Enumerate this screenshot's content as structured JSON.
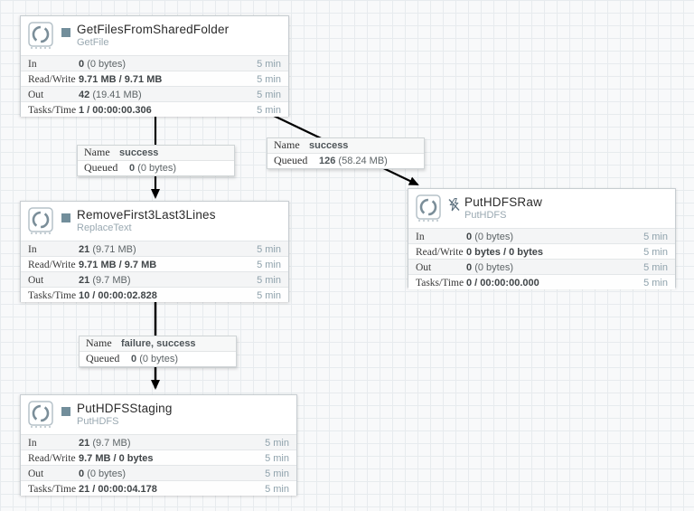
{
  "colors": {
    "accent_slate": "#728e9b",
    "canvas_bg": "#f8f9fa",
    "grid_line": "#e7ebee",
    "arrow": "#000000",
    "alt_row": "#f4f5f6"
  },
  "icons": {
    "processor": "sync-stamp-icon",
    "stopped": "stop-square-icon",
    "disabled": "slashed-bolt-icon"
  },
  "processors": [
    {
      "name": "GetFilesFromSharedFolder",
      "type": "GetFile",
      "status": "stopped",
      "stats": [
        {
          "label": "In",
          "main": "0",
          "extra": "(0 bytes)",
          "window": "5 min"
        },
        {
          "label": "Read/Write",
          "main": "9.71 MB / 9.71 MB",
          "extra": "",
          "window": "5 min"
        },
        {
          "label": "Out",
          "main": "42",
          "extra": "(19.41 MB)",
          "window": "5 min"
        },
        {
          "label": "Tasks/Time",
          "main": "1 / 00:00:00.306",
          "extra": "",
          "window": "5 min"
        }
      ]
    },
    {
      "name": "RemoveFirst3Last3Lines",
      "type": "ReplaceText",
      "status": "stopped",
      "stats": [
        {
          "label": "In",
          "main": "21",
          "extra": "(9.71 MB)",
          "window": "5 min"
        },
        {
          "label": "Read/Write",
          "main": "9.71 MB / 9.7 MB",
          "extra": "",
          "window": "5 min"
        },
        {
          "label": "Out",
          "main": "21",
          "extra": "(9.7 MB)",
          "window": "5 min"
        },
        {
          "label": "Tasks/Time",
          "main": "10 / 00:00:02.828",
          "extra": "",
          "window": "5 min"
        }
      ]
    },
    {
      "name": "PutHDFSRaw",
      "type": "PutHDFS",
      "status": "disabled",
      "stats": [
        {
          "label": "In",
          "main": "0",
          "extra": "(0 bytes)",
          "window": "5 min"
        },
        {
          "label": "Read/Write",
          "main": "0 bytes / 0 bytes",
          "extra": "",
          "window": "5 min"
        },
        {
          "label": "Out",
          "main": "0",
          "extra": "(0 bytes)",
          "window": "5 min"
        },
        {
          "label": "Tasks/Time",
          "main": "0 / 00:00:00.000",
          "extra": "",
          "window": "5 min"
        }
      ]
    },
    {
      "name": "PutHDFSStaging",
      "type": "PutHDFS",
      "status": "stopped",
      "stats": [
        {
          "label": "In",
          "main": "21",
          "extra": "(9.7 MB)",
          "window": "5 min"
        },
        {
          "label": "Read/Write",
          "main": "9.7 MB / 0 bytes",
          "extra": "",
          "window": "5 min"
        },
        {
          "label": "Out",
          "main": "0",
          "extra": "(0 bytes)",
          "window": "5 min"
        },
        {
          "label": "Tasks/Time",
          "main": "21 / 00:00:04.178",
          "extra": "",
          "window": "5 min"
        }
      ]
    }
  ],
  "connections": [
    {
      "name_label": "Name",
      "name_value": "success",
      "queued_label": "Queued",
      "queued_main": "0",
      "queued_extra": "(0 bytes)"
    },
    {
      "name_label": "Name",
      "name_value": "success",
      "queued_label": "Queued",
      "queued_main": "126",
      "queued_extra": "(58.24 MB)"
    },
    {
      "name_label": "Name",
      "name_value": "failure, success",
      "queued_label": "Queued",
      "queued_main": "0",
      "queued_extra": "(0 bytes)"
    }
  ]
}
